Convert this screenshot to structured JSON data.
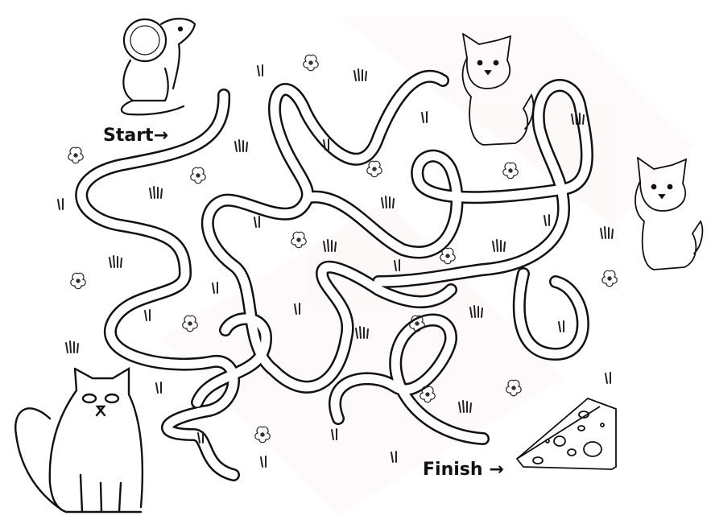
{
  "worksheet": {
    "type": "maze",
    "start_label": "Start→",
    "finish_label": "Finish →",
    "characters": [
      "mouse",
      "kitten",
      "kitten",
      "grumpy-cat"
    ],
    "goal": "cheese",
    "colors": {
      "line": "#111111",
      "background": "#ffffff",
      "watermark": "#f6e9ea"
    }
  }
}
